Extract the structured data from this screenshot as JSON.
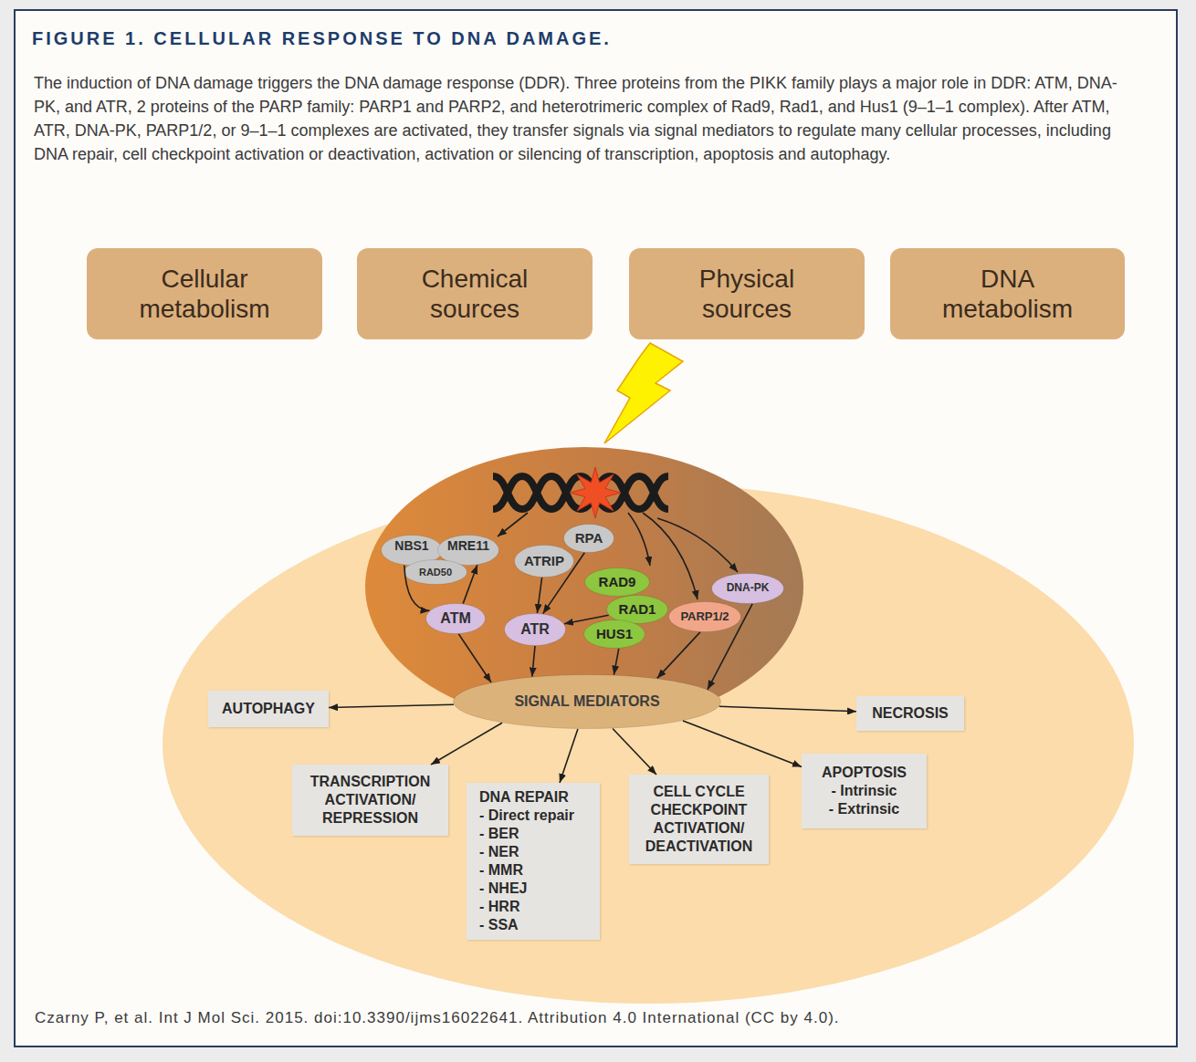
{
  "diagram": {
    "title": "FIGURE 1. CELLULAR RESPONSE TO DNA DAMAGE.",
    "caption": "The induction of DNA damage triggers the DNA damage response (DDR). Three proteins from the PIKK family plays a major role in DDR: ATM, DNA-PK, and ATR, 2 proteins of the PARP family: PARP1 and PARP2, and heterotrimeric complex of Rad9, Rad1, and Hus1 (9–1–1 complex). After ATM, ATR, DNA-PK, PARP1/2, or 9–1–1 complexes are activated, they transfer signals via signal mediators to regulate many cellular processes, including DNA repair, cell checkpoint activation or deactivation, activation or silencing of transcription, apoptosis and autophagy.",
    "nodes": [
      {
        "text": [
          "Cellular metabolism"
        ]
      },
      {
        "text": [
          "Chemical sources"
        ]
      },
      {
        "text": [
          "Physical sources"
        ]
      },
      {
        "text": [
          "DNA metabolism"
        ]
      },
      {
        "text": [
          "NBS1"
        ]
      },
      {
        "text": [
          "MRE11"
        ]
      },
      {
        "text": [
          "RAD50"
        ]
      },
      {
        "text": [
          "RPA"
        ]
      },
      {
        "text": [
          "ATRIP"
        ]
      },
      {
        "text": [
          "RAD9"
        ]
      },
      {
        "text": [
          "RAD1"
        ]
      },
      {
        "text": [
          "HUS1"
        ]
      },
      {
        "text": [
          "DNA-PK"
        ]
      },
      {
        "text": [
          "ATM"
        ]
      },
      {
        "text": [
          "ATR"
        ]
      },
      {
        "text": [
          "PARP1/2"
        ]
      },
      {
        "text": [
          "SIGNAL MEDIATORS"
        ]
      },
      {
        "text": [
          "AUTOPHAGY"
        ]
      },
      {
        "text": [
          "NECROSIS"
        ]
      },
      {
        "text": [
          "TRANSCRIPTION ACTIVATION/ REPRESSION"
        ]
      },
      {
        "text": [
          "DNA REPAIR",
          "- Direct repair",
          "- BER",
          "- NER",
          "- MMR",
          "- NHEJ",
          "- HRR",
          "- SSA"
        ]
      },
      {
        "text": [
          "CELL CYCLE CHECKPOINT ACTIVATION/ DEACTIVATION"
        ]
      },
      {
        "text": [
          "APOPTOSIS",
          "- Intrinsic",
          "- Extrinsic"
        ]
      }
    ],
    "edges": [
      {
        "from": 4,
        "to": 13,
        "arrow": "to"
      },
      {
        "from": 13,
        "to": 5,
        "arrow": "to"
      },
      {
        "from": 8,
        "to": 14,
        "arrow": "to"
      },
      {
        "from": 7,
        "to": 14,
        "arrow": "to"
      },
      {
        "from": 10,
        "to": 14,
        "arrow": "to"
      },
      {
        "from": 11,
        "to": 16,
        "arrow": "to"
      },
      {
        "from": 13,
        "to": 16,
        "arrow": "to"
      },
      {
        "from": 14,
        "to": 16,
        "arrow": "to"
      },
      {
        "from": 15,
        "to": 16,
        "arrow": "to"
      },
      {
        "from": 12,
        "to": 16,
        "arrow": "to"
      },
      {
        "from": 16,
        "to": 17,
        "arrow": "to"
      },
      {
        "from": 16,
        "to": 19,
        "arrow": "to"
      },
      {
        "from": 16,
        "to": 20,
        "arrow": "to"
      },
      {
        "from": 16,
        "to": 21,
        "arrow": "to"
      },
      {
        "from": 16,
        "to": 22,
        "arrow": "to"
      },
      {
        "from": 16,
        "to": 18,
        "arrow": "to"
      }
    ],
    "labels": [
      "Czarny P, et al. Int J Mol Sci. 2015. doi:10.3390/ijms16022641. Attribution 4.0 International (CC by 4.0)."
    ]
  }
}
